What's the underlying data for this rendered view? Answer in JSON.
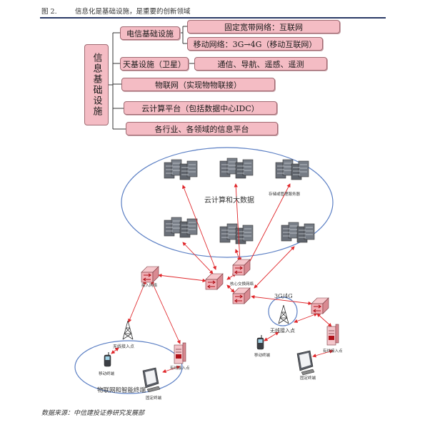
{
  "header": {
    "figure_number": "图 2.",
    "title": "信息化是基础设施，是重要的创新领域"
  },
  "tree": {
    "root": "信息基础设施",
    "nodes": [
      {
        "label": "电信基础设施",
        "children": [
          "固定宽带网络：互联网",
          "移动网络：3G→4G（移动互联网）"
        ]
      },
      {
        "label": "天基设施（卫星）",
        "children": [
          "通信、导航、遥感、遥测"
        ]
      },
      {
        "label": "物联网（实现物物联接）",
        "children": []
      },
      {
        "label": "云计算平台（包括数据中心IDC）",
        "children": []
      },
      {
        "label": "各行业、各领域的信息平台",
        "children": []
      }
    ]
  },
  "network": {
    "cloud_label": "云计算和大数据",
    "server_label": "存储或管理服务器",
    "core_label": "核心交换网络",
    "access_label": "接入网络",
    "mobile_region_label": "3G/4G",
    "iot_region_label": "物联网和智能终端",
    "wireless_access_1": "无线接入点",
    "wireless_access_2": "无线接入点",
    "wired_access_1": "有线接入点",
    "wired_access_2": "有线接入点",
    "mobile_terminal_1": "移动终端",
    "mobile_terminal_2": "移动终端",
    "fixed_terminal_1": "固定终端",
    "fixed_terminal_2": "固定终端",
    "colors": {
      "ellipse": "#5b7fc4",
      "link": "#e0262a",
      "box_fill": "#f4bcc4"
    }
  },
  "source": "数据来源：中信建投证券研究发展部"
}
